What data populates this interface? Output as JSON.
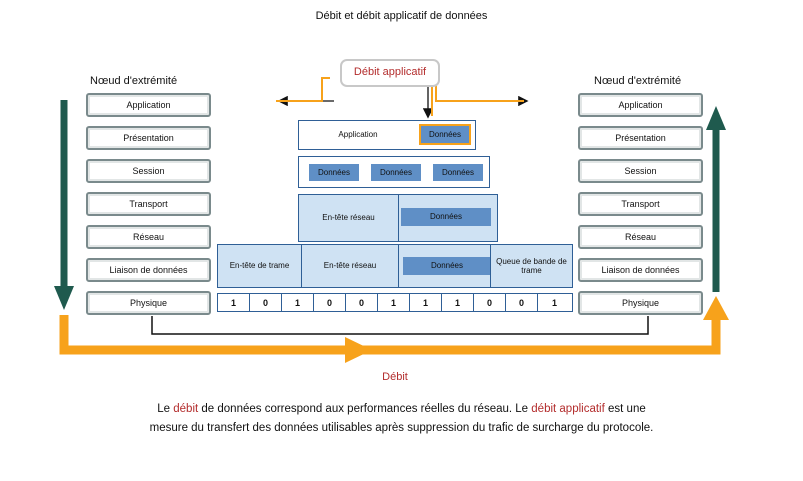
{
  "title": "Débit et débit applicatif de données",
  "left_node": {
    "label": "Nœud d'extrémité",
    "layers": [
      "Application",
      "Présentation",
      "Session",
      "Transport",
      "Réseau",
      "Liaison de données",
      "Physique"
    ]
  },
  "right_node": {
    "label": "Nœud d'extrémité",
    "layers": [
      "Application",
      "Présentation",
      "Session",
      "Transport",
      "Réseau",
      "Liaison de données",
      "Physique"
    ]
  },
  "callout": "Débit applicatif",
  "encapsulation": {
    "application_row": {
      "header": "Application",
      "data": "Données"
    },
    "transport_row": [
      "Données",
      "Données",
      "Données"
    ],
    "network_row": {
      "header": "En-tête réseau",
      "data": "Données"
    },
    "datalink_row": {
      "frame_header": "En-tête de trame",
      "network_header": "En-tête réseau",
      "data": "Données",
      "trailer": "Queue de bande de trame"
    },
    "bits": [
      "1",
      "0",
      "1",
      "0",
      "0",
      "1",
      "1",
      "1",
      "0",
      "0",
      "1"
    ]
  },
  "debit_label": "Débit",
  "caption": {
    "p1": "Le ",
    "t1": "débit",
    "p2": " de données correspond aux performances réelles du réseau. Le ",
    "t2": "débit applicatif",
    "p3": " est une mesure du transfert des données utilisables après suppression du trafic de surcharge du protocole."
  },
  "colors": {
    "orange": "#f7a21b",
    "dark_green": "#1f5a4e",
    "blue_data": "#5f8fc6",
    "light_blue": "#cfe2f3",
    "border_blue": "#2f5f96",
    "accent_red": "#b32c2c"
  }
}
